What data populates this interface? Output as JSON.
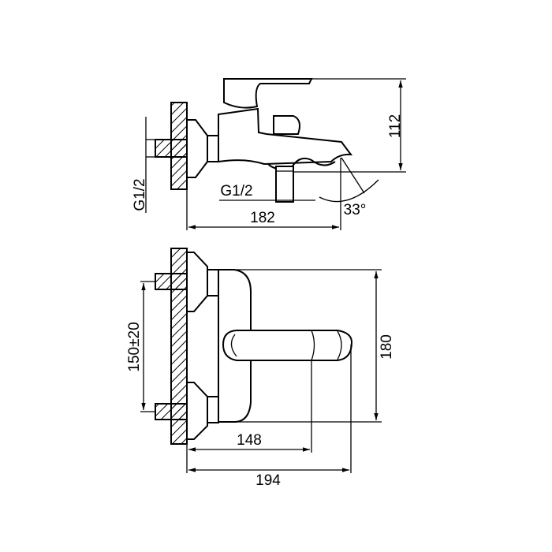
{
  "side_view": {
    "dim_height": "112",
    "dim_length": "182",
    "thread_inlet": "G1/2",
    "thread_outlet": "G1/2",
    "angle": "33°"
  },
  "front_view": {
    "dim_height": "180",
    "dim_spacing": "150±20",
    "dim_lever": "148",
    "dim_total": "194"
  }
}
